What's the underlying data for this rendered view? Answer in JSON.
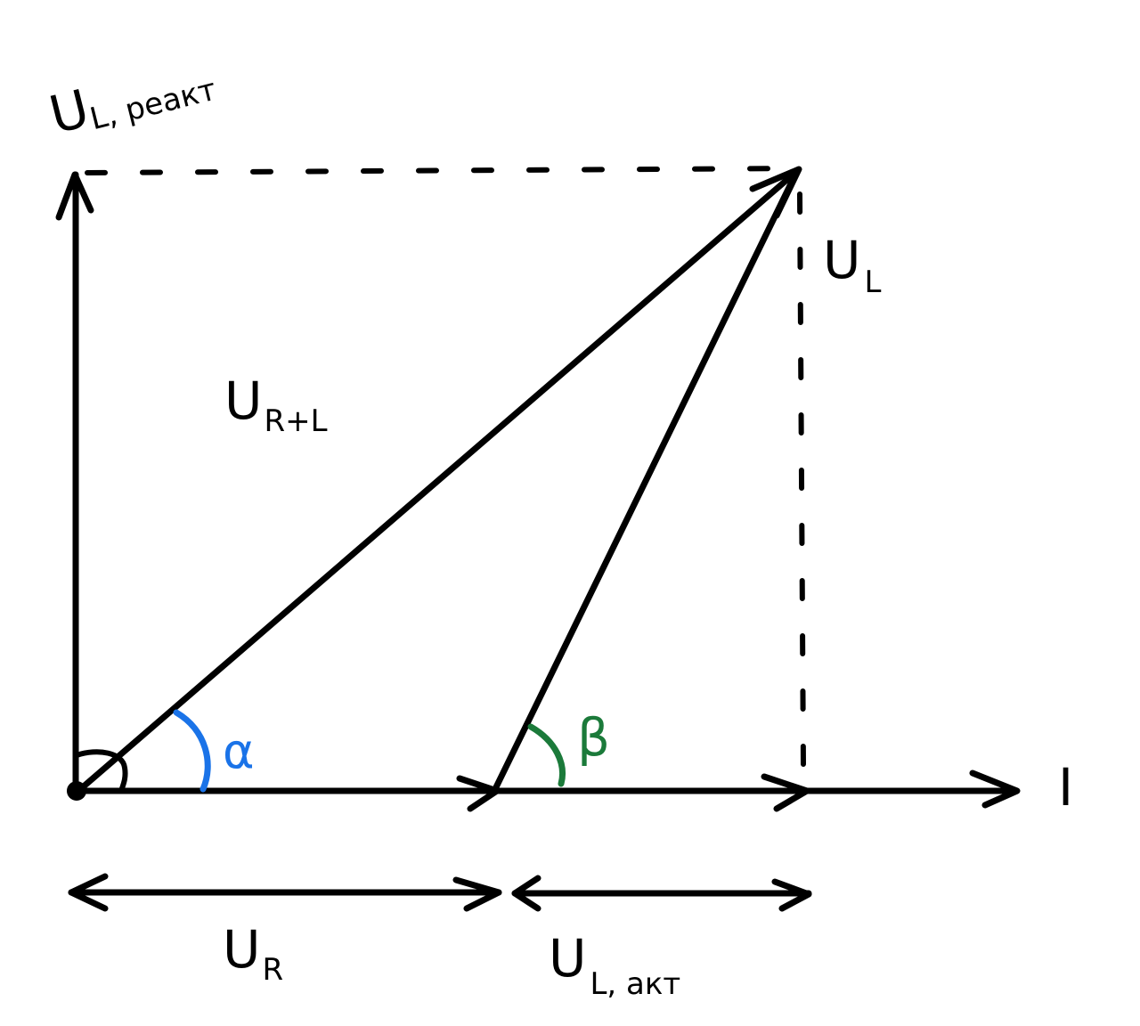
{
  "labels": {
    "u_l_react": {
      "main": "U",
      "sub": "L, реакт"
    },
    "u_l": {
      "main": "U",
      "sub": "L"
    },
    "u_r_plus_l": {
      "main": "U",
      "sub": "R+L"
    },
    "u_r": {
      "main": "U",
      "sub": "R"
    },
    "u_l_act": {
      "main": "U",
      "sub": "L, акт"
    },
    "current": "I",
    "alpha": "α",
    "beta": "β"
  },
  "colors": {
    "ink": "#000000",
    "alpha_arc": "#1a73e8",
    "beta_arc": "#1b7a3a"
  }
}
